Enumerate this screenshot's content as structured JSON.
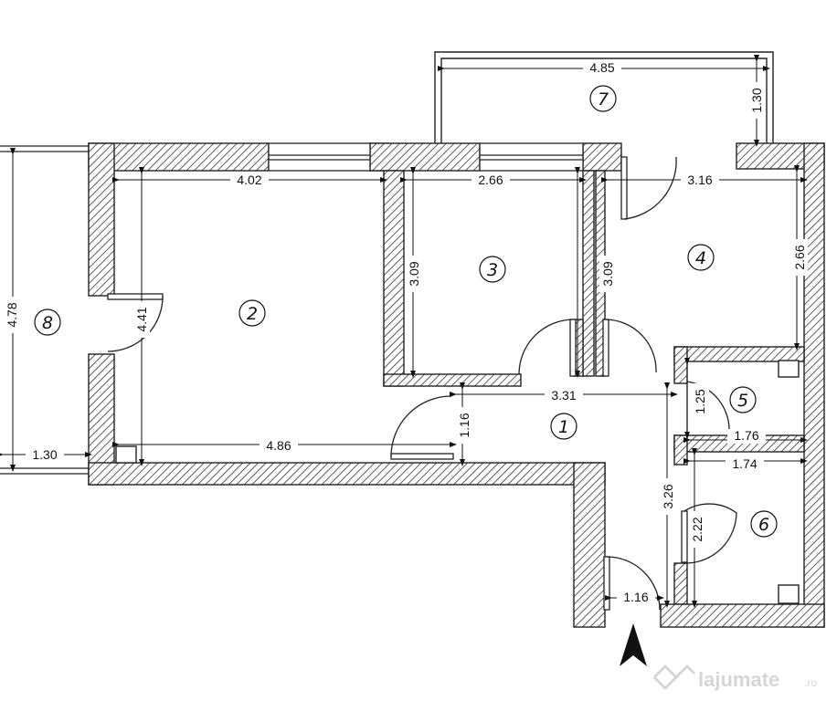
{
  "rooms": [
    {
      "id": "1"
    },
    {
      "id": "2"
    },
    {
      "id": "3"
    },
    {
      "id": "4"
    },
    {
      "id": "5"
    },
    {
      "id": "6"
    },
    {
      "id": "7"
    },
    {
      "id": "8"
    }
  ],
  "dimensions": {
    "balcony_width": "4.85",
    "balcony_depth": "1.30",
    "room2_top_width": "4.02",
    "room2_door_height": "4.41",
    "room2_bottom_width": "4.86",
    "room3_width": "2.66",
    "room3_height": "3.09",
    "room3_right_height": "3.09",
    "room4_width": "3.16",
    "room4_height": "2.66",
    "hall_width": "3.31",
    "hall_height": "1.16",
    "bath5_height": "1.25",
    "bath5_width": "1.76",
    "bath6_width": "1.74",
    "bath6_height": "2.22",
    "corridor_height": "3.26",
    "entrance_width": "1.16",
    "terrace_height": "4.78",
    "terrace_depth": "1.30"
  },
  "watermark": {
    "brand": "lajumate",
    "suffix": ".ro"
  },
  "icons": {
    "north": "north-arrow-icon",
    "logo": "lajumate-logo-icon"
  }
}
